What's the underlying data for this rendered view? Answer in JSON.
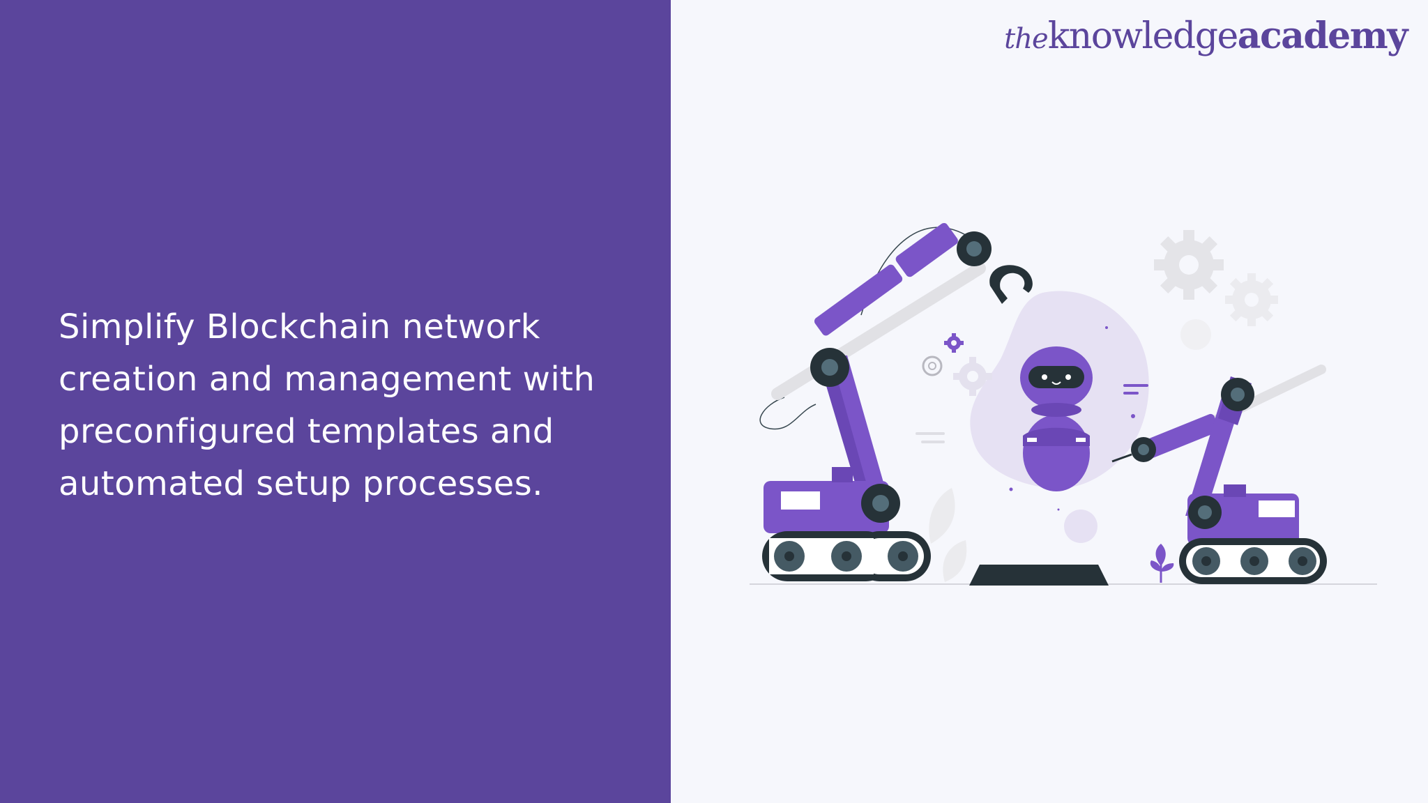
{
  "slide": {
    "headline_lines": [
      "Simplify Blockchain network",
      "creation and management with",
      "preconfigured templates and",
      "automated setup processes."
    ]
  },
  "brand": {
    "logo_the": "the",
    "logo_knowledge": "knowledge",
    "logo_academy": "academy"
  },
  "colors": {
    "left_panel": "#5b459c",
    "right_panel": "#f6f7fc",
    "accent_purple": "#7b55c8",
    "dark": "#263238"
  },
  "illustration": {
    "icon": "robot-arms-assembly-icon"
  }
}
